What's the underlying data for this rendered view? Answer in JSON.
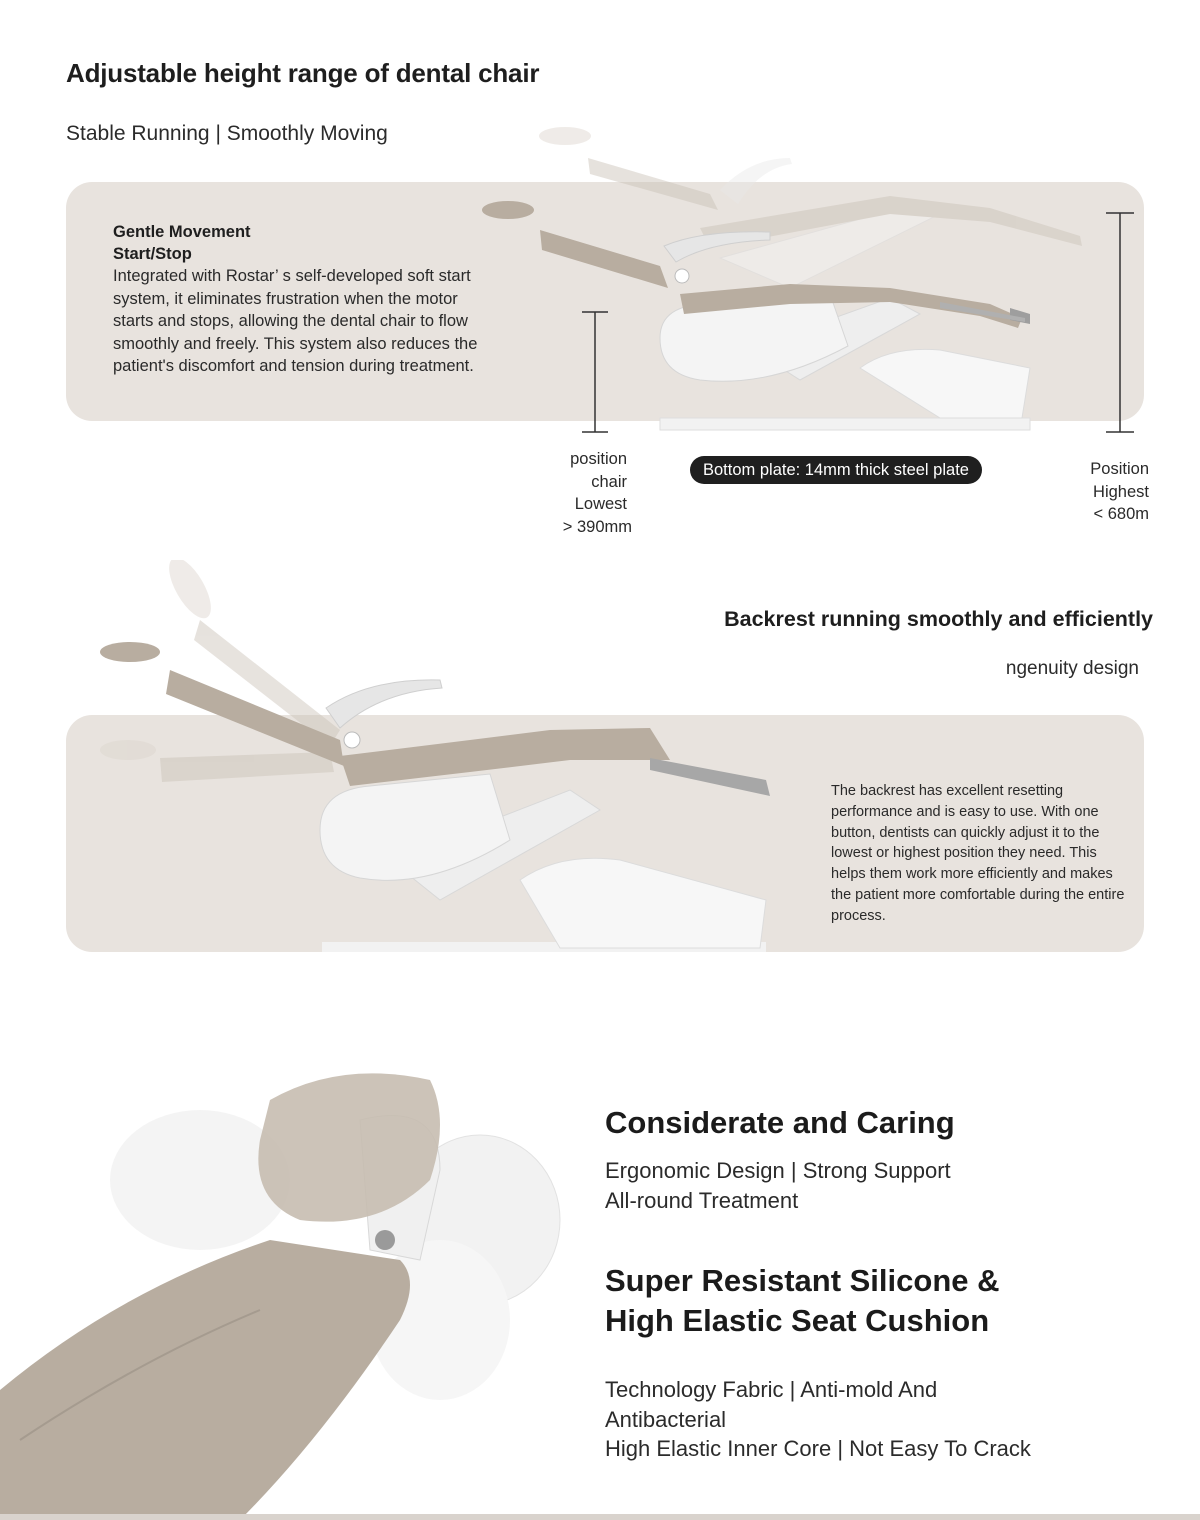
{
  "section1": {
    "title": "Adjustable height range of dental chair",
    "subtitle": "Stable Running | Smoothly Moving",
    "feature_title_line1": "Gentle Movement",
    "feature_title_line2": "Start/Stop",
    "feature_body": "Integrated with Rostar’ s self-developed soft start system, it eliminates frustration when the motor starts and stops, allowing the dental chair to flow smoothly and freely. This system also reduces the patient's discomfort and tension during treatment.",
    "lowest_label": [
      "position",
      "chair",
      "Lowest",
      "> 390mm"
    ],
    "bottom_plate_label": "Bottom plate: 14mm thick steel plate",
    "highest_label": [
      "Position",
      "Highest",
      "< 680m"
    ]
  },
  "section2": {
    "title": "Backrest running smoothly and efficiently",
    "subtitle": "ngenuity design",
    "body": "The backrest has excellent resetting performance and is easy to use. With one button, dentists can quickly adjust it to the lowest or highest position they need. This helps them work more efficiently and makes the patient more comfortable during the entire process."
  },
  "section3": {
    "title": "Considerate and Caring",
    "subtitle_lines": [
      "Ergonomic Design | Strong Support",
      "All-round Treatment"
    ],
    "title2_lines": [
      "Super Resistant Silicone &",
      "High Elastic Seat Cushion"
    ],
    "subtitle2_lines": [
      "Technology Fabric | Anti-mold And",
      "Antibacterial",
      "High Elastic Inner Core | Not Easy To Crack"
    ]
  },
  "colors": {
    "panel": "#e8e3de",
    "upholstery": "#b8ada0",
    "frame": "#f4f4f4",
    "pill": "#1f1f1f"
  }
}
